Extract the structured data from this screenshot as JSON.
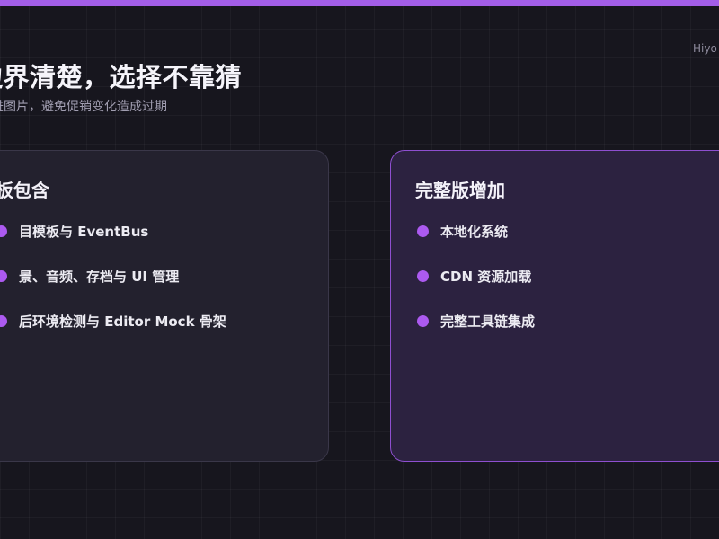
{
  "brand": {
    "text": "Hiyo"
  },
  "heading": {
    "title": "边界清楚，选择不靠猜",
    "subtitle": "进图片，避免促销变化造成过期"
  },
  "left_card": {
    "title": "板包含",
    "items": [
      {
        "label": "目模板与 EventBus"
      },
      {
        "label": "景、音频、存档与 UI 管理"
      },
      {
        "label": "后环境检测与 Editor Mock 骨架"
      }
    ]
  },
  "right_card": {
    "title": "完整版增加",
    "items": [
      {
        "label": "本地化系统"
      },
      {
        "label": "CDN 资源加载"
      },
      {
        "label": "完整工具链集成"
      }
    ]
  },
  "colors": {
    "accent": "#a35ee8",
    "bullet": "#ac5af0",
    "background": "#17161e",
    "left_card_bg": "#23212e",
    "right_card_bg": "#2c2240",
    "right_card_border": "#8e4fd0"
  },
  "icons": {
    "bullet": "bullet-dot-icon"
  }
}
